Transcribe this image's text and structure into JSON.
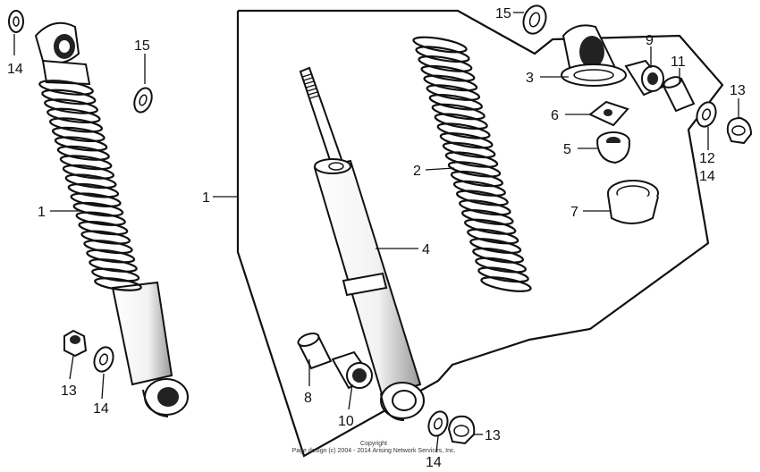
{
  "diagram": {
    "callouts": {
      "c1_left": "1",
      "c1_center": "1",
      "c2": "2",
      "c3": "3",
      "c4": "4",
      "c5": "5",
      "c6": "6",
      "c7": "7",
      "c8": "8",
      "c9": "9",
      "c10": "10",
      "c11": "11",
      "c12": "12",
      "c13_left": "13",
      "c13_right": "13",
      "c13_bottom": "13",
      "c14_topleft": "14",
      "c14_left": "14",
      "c14_right": "14",
      "c14_bottom": "14",
      "c15_left": "15",
      "c15_top": "15"
    },
    "copyright": {
      "line1": "Copyright",
      "line2": "Page design (c) 2004 - 2014 Arising Network Services, Inc."
    }
  }
}
